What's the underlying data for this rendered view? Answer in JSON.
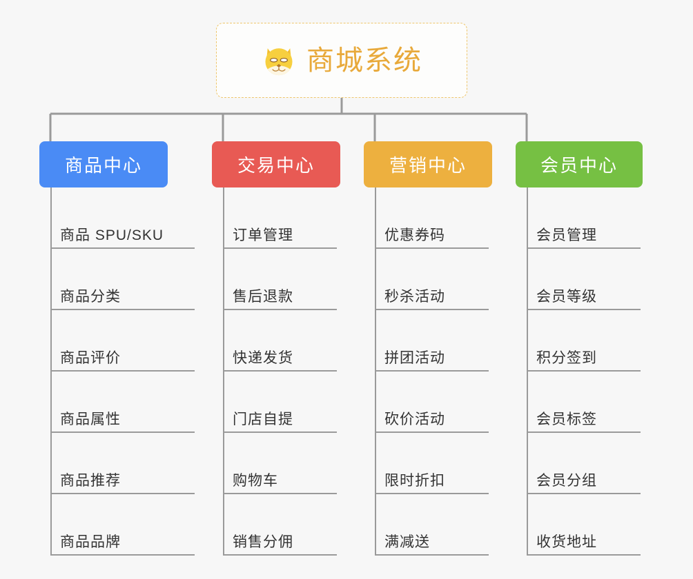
{
  "root": {
    "title": "商城系统",
    "icon": "shiba-dog-icon",
    "border_color": "#eec56a",
    "text_color": "#e8a93a"
  },
  "background_color": "#f7f7f7",
  "connector_color": "#9a9a9a",
  "branches": [
    {
      "label": "商品中心",
      "color": "#4a8bf5",
      "items": [
        "商品 SPU/SKU",
        "商品分类",
        "商品评价",
        "商品属性",
        "商品推荐",
        "商品品牌"
      ]
    },
    {
      "label": "交易中心",
      "color": "#e85a54",
      "items": [
        "订单管理",
        "售后退款",
        "快递发货",
        "门店自提",
        "购物车",
        "销售分佣"
      ]
    },
    {
      "label": "营销中心",
      "color": "#edb03f",
      "items": [
        "优惠券码",
        "秒杀活动",
        "拼团活动",
        "砍价活动",
        "限时折扣",
        "满减送"
      ]
    },
    {
      "label": "会员中心",
      "color": "#76c043",
      "items": [
        "会员管理",
        "会员等级",
        "积分签到",
        "会员标签",
        "会员分组",
        "收货地址"
      ]
    }
  ]
}
